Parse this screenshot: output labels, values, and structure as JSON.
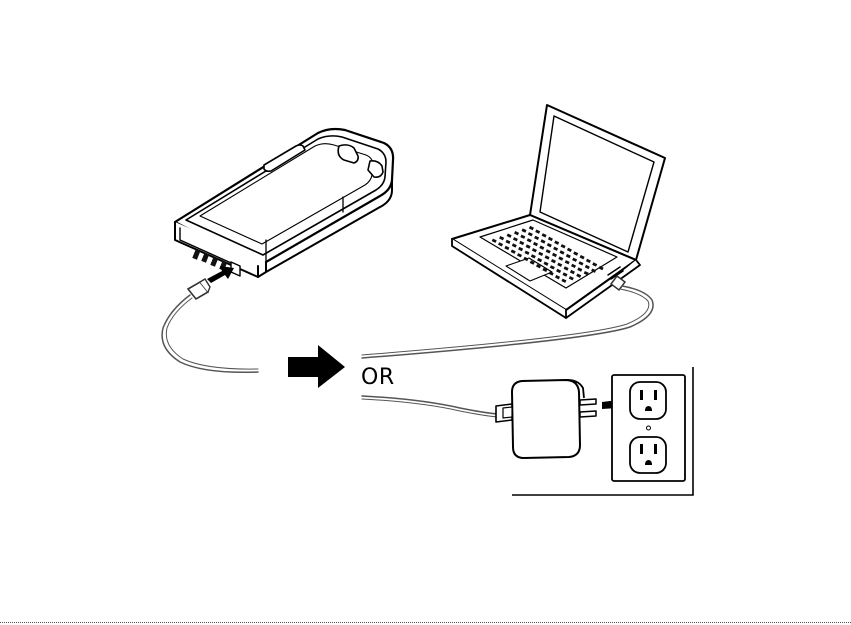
{
  "labels": {
    "or_text": "OR"
  },
  "icons": {
    "phone_case": "battery-case-illustration",
    "laptop": "laptop-illustration",
    "adapter": "usb-power-adapter-illustration",
    "outlet": "wall-outlet-illustration",
    "arrow": "large-right-arrow"
  },
  "colors": {
    "line": "#000000",
    "cable": "#555555",
    "fill_light": "#ffffff",
    "fill_dark": "#1a1a1a"
  }
}
